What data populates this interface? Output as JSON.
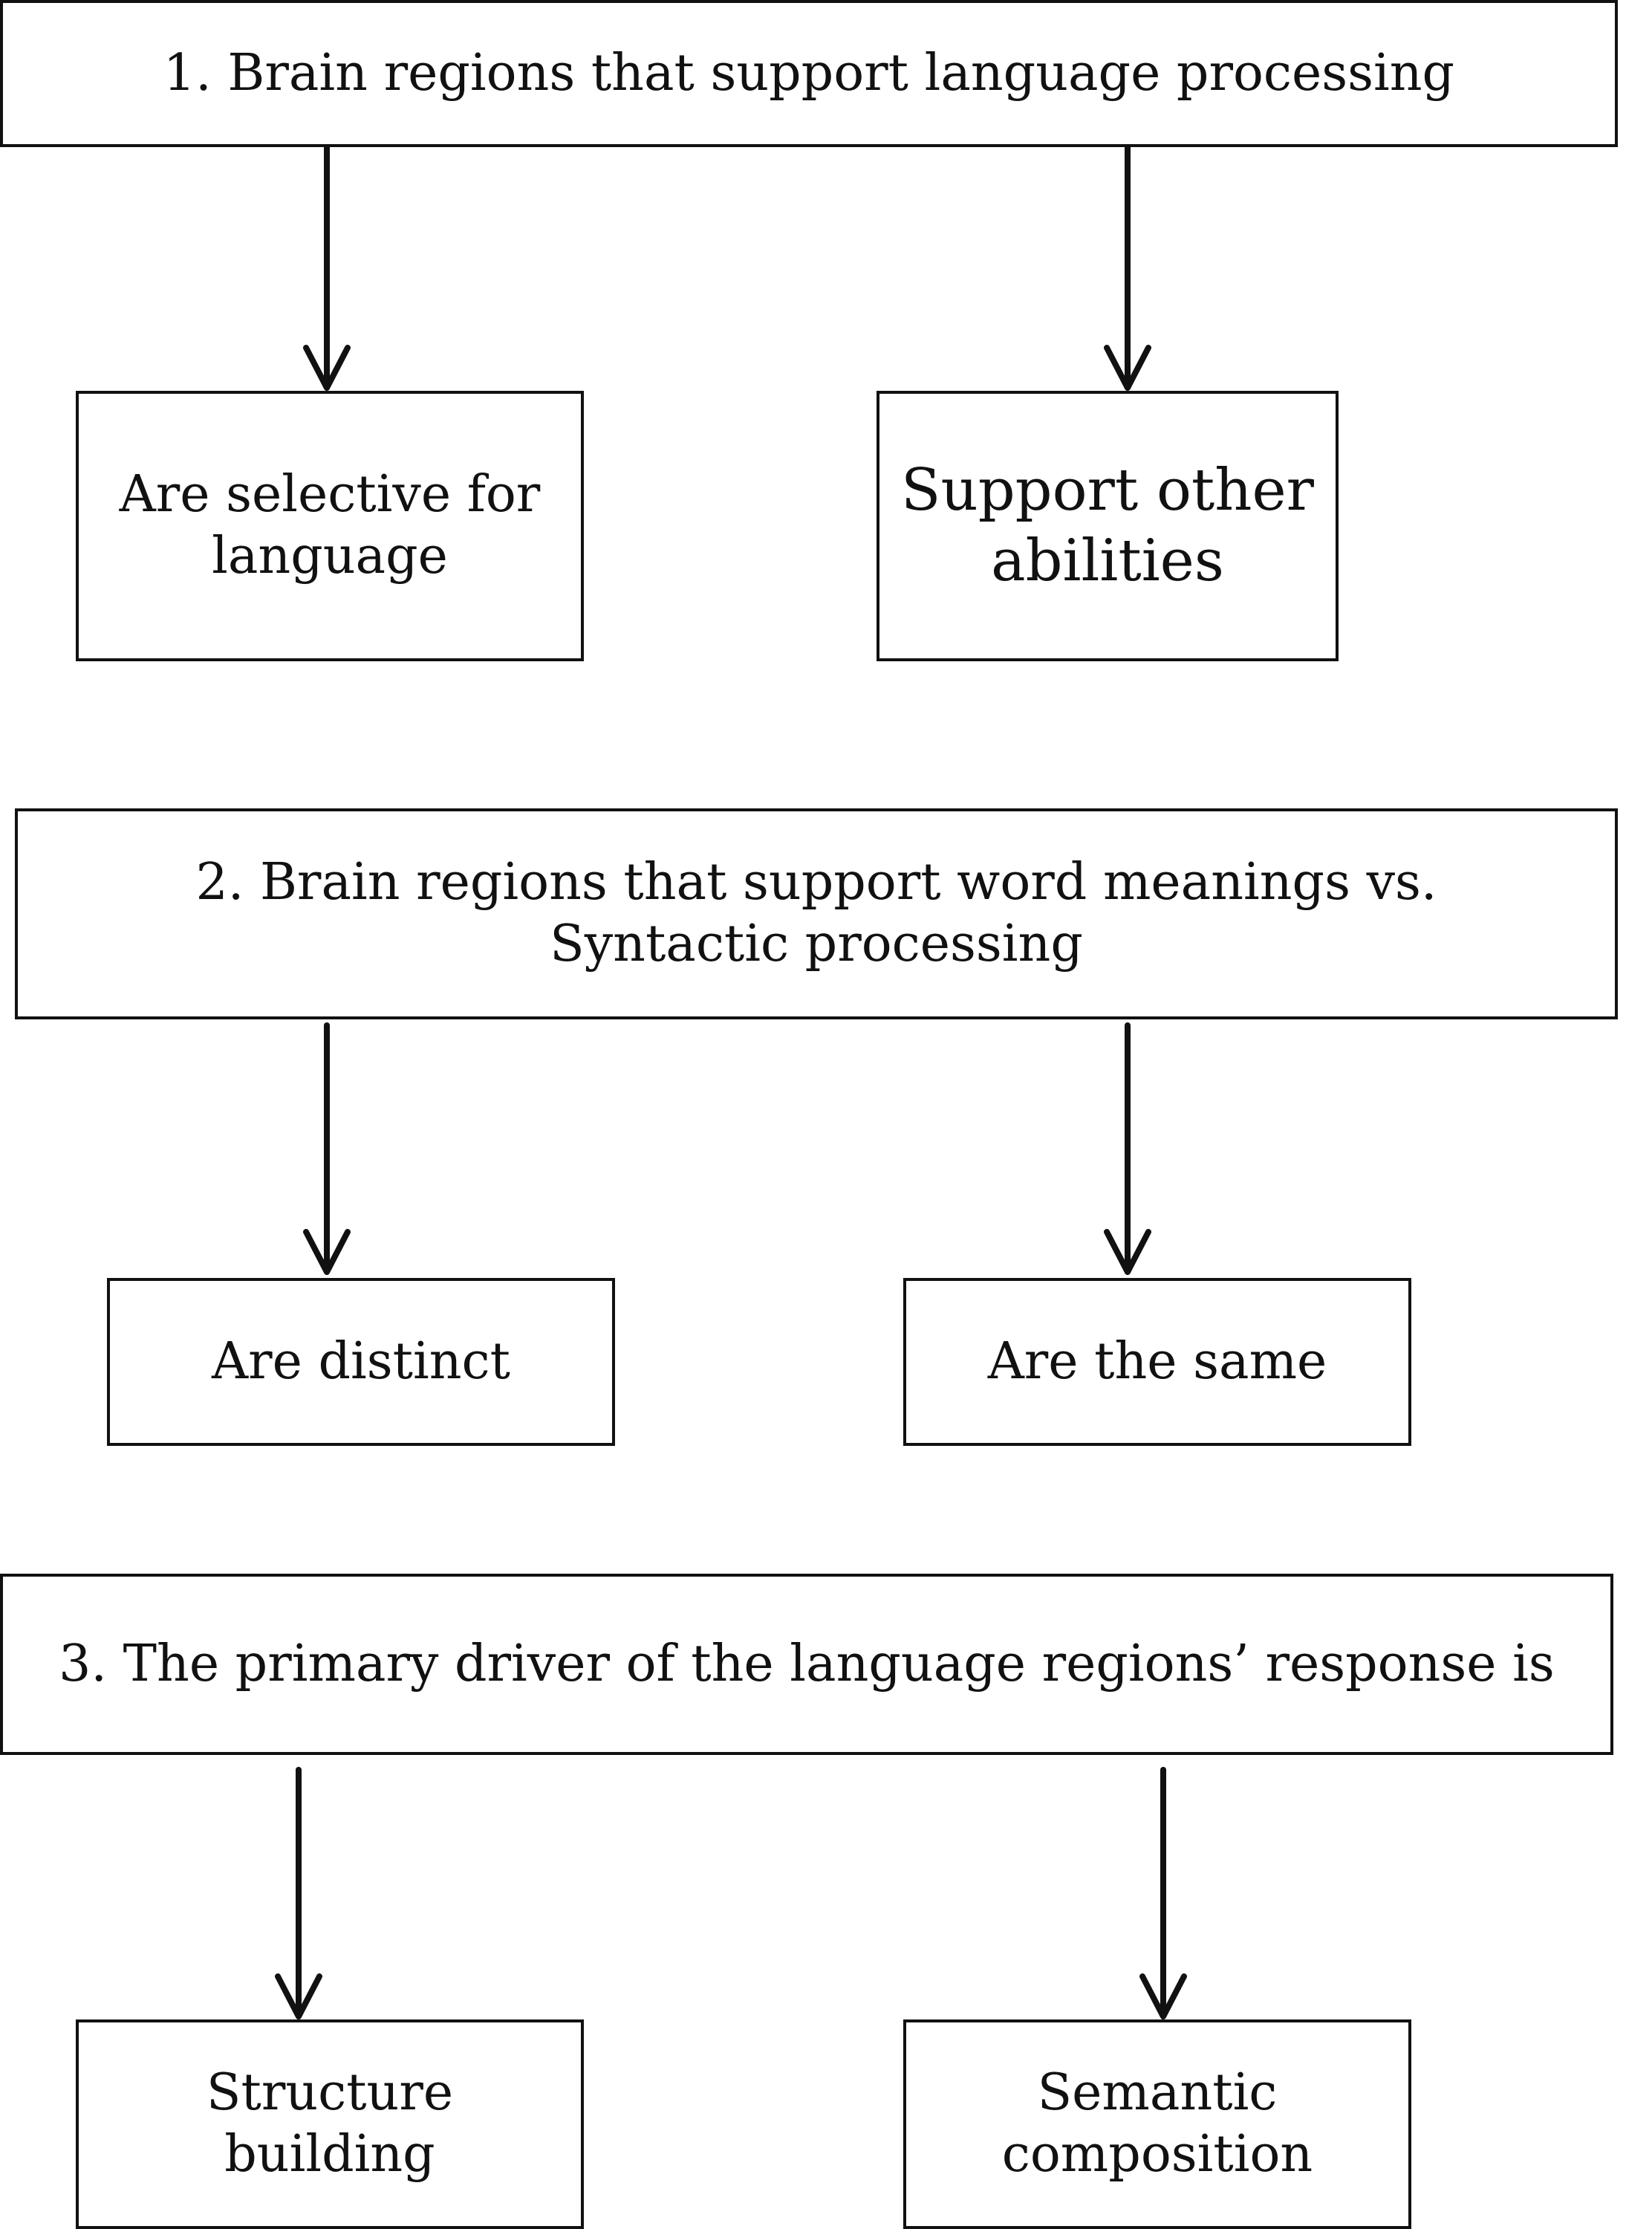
{
  "questions": [
    {
      "title": "1. Brain regions that support language processing",
      "options": [
        "Are selective for language",
        "Support other abilities"
      ]
    },
    {
      "title": "2. Brain regions that support word meanings vs. Syntactic processing",
      "options": [
        "Are distinct",
        "Are the same"
      ]
    },
    {
      "title": "3. The primary driver of the language regions’ response is",
      "options": [
        "Structure building",
        "Semantic composition"
      ]
    }
  ]
}
